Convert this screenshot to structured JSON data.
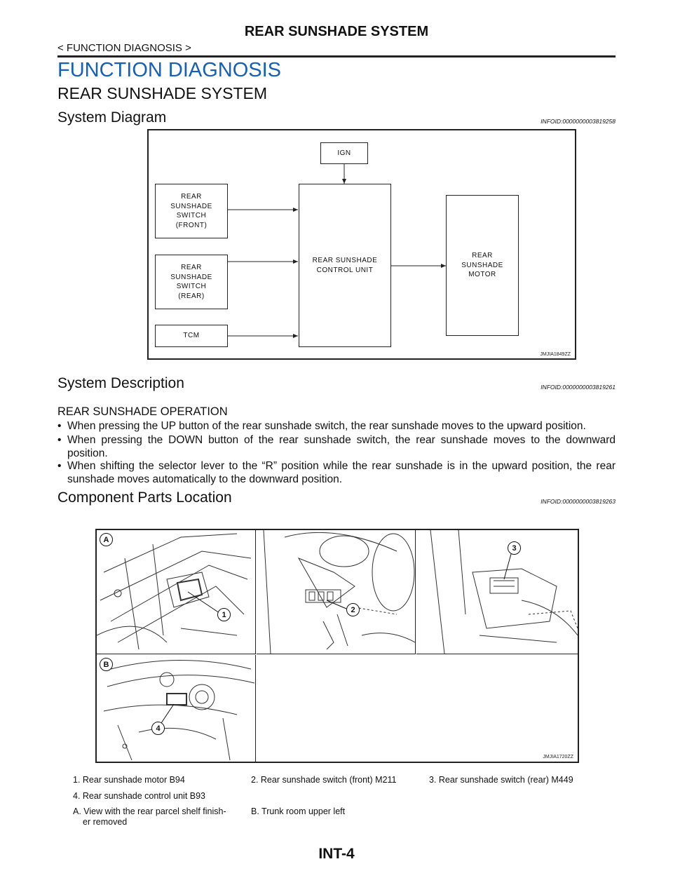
{
  "header": {
    "running_title": "REAR SUNSHADE SYSTEM",
    "breadcrumb": "< FUNCTION DIAGNOSIS >"
  },
  "section_title": "FUNCTION DIAGNOSIS",
  "subsection_title": "REAR SUNSHADE SYSTEM",
  "system_diagram": {
    "heading": "System Diagram",
    "infoid": "INFOID:0000000003819258",
    "figure_id": "JMJIA1849ZZ",
    "boxes": {
      "ign": "IGN",
      "switch_front": "REAR\nSUNSHADE\nSWITCH\n(FRONT)",
      "switch_rear": "REAR\nSUNSHADE\nSWITCH\n(REAR)",
      "tcm": "TCM",
      "control_unit": "REAR SUNSHADE\nCONTROL UNIT",
      "motor": "REAR\nSUNSHADE\nMOTOR"
    }
  },
  "system_description": {
    "heading": "System Description",
    "infoid": "INFOID:0000000003819261",
    "subheading": "REAR SUNSHADE OPERATION",
    "bullet_char": "•",
    "bullets": [
      "When pressing the UP button of the rear sunshade switch, the rear sunshade moves to the upward position.",
      "When pressing the DOWN button of the rear sunshade switch, the rear sunshade moves to the downward position.",
      "When shifting the selector lever to the “R” position while the rear sunshade is in the upward position, the rear sunshade moves automatically to the downward position."
    ]
  },
  "component_parts": {
    "heading": "Component Parts Location",
    "infoid": "INFOID:0000000003819263",
    "figure_id": "JMJIA1720ZZ",
    "view_labels": {
      "a": "A",
      "b": "B"
    },
    "callouts": {
      "c1": "1",
      "c2": "2",
      "c3": "3",
      "c4": "4"
    },
    "legend": {
      "r1c1": "1. Rear sunshade motor B94",
      "r1c2": "2. Rear sunshade switch (front) M211",
      "r1c3": "3. Rear sunshade switch (rear) M449",
      "r2c1": "4. Rear sunshade control unit B93",
      "r3c1_line1": "A. View with the rear parcel shelf finish-",
      "r3c1_line2": "er removed",
      "r3c2": "B. Trunk room upper left"
    }
  },
  "footer": {
    "page_number": "INT-4"
  }
}
